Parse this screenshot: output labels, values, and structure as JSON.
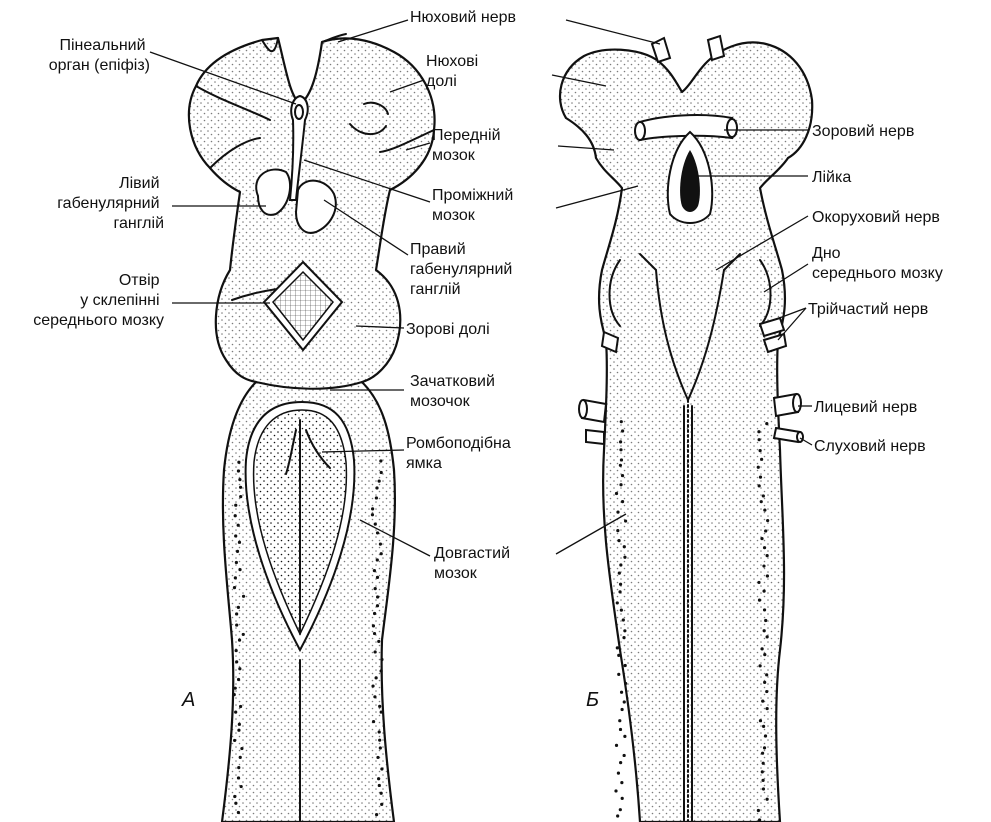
{
  "panels": {
    "a": "А",
    "b": "Б"
  },
  "labels_a": {
    "pineal": [
      "Пінеальний",
      "орган (епіфіз)"
    ],
    "left_habenula": [
      "Лівий",
      "габенулярний",
      "ганглій"
    ],
    "opening": [
      "Отвір",
      "у склепінні",
      "середнього мозку"
    ],
    "olfactory_nerve": [
      "Нюховий нерв"
    ],
    "olfactory_lobes": [
      "Нюхові",
      "долі"
    ],
    "forebrain": [
      "Передній",
      "мозок"
    ],
    "diencephalon": [
      "Проміжний",
      "мозок"
    ],
    "right_habenula": [
      "Правий",
      "габенулярний",
      "ганглій"
    ],
    "optic_lobes": [
      "Зорові долі"
    ],
    "cerebellum": [
      "Зачатковий",
      "мозочок"
    ],
    "rhomboid_fossa": [
      "Ромбоподібна",
      "ямка"
    ],
    "medulla": [
      "Довгастий",
      "мозок"
    ]
  },
  "labels_b": {
    "optic_nerve": [
      "Зоровий нерв"
    ],
    "infundibulum": [
      "Лійка"
    ],
    "oculomotor": [
      "Окоруховий нерв"
    ],
    "midbrain_floor": [
      "Дно",
      "середнього мозку"
    ],
    "trigeminal": [
      "Трійчастий нерв"
    ],
    "facial": [
      "Лицевий нерв"
    ],
    "auditory": [
      "Слуховий нерв"
    ]
  }
}
